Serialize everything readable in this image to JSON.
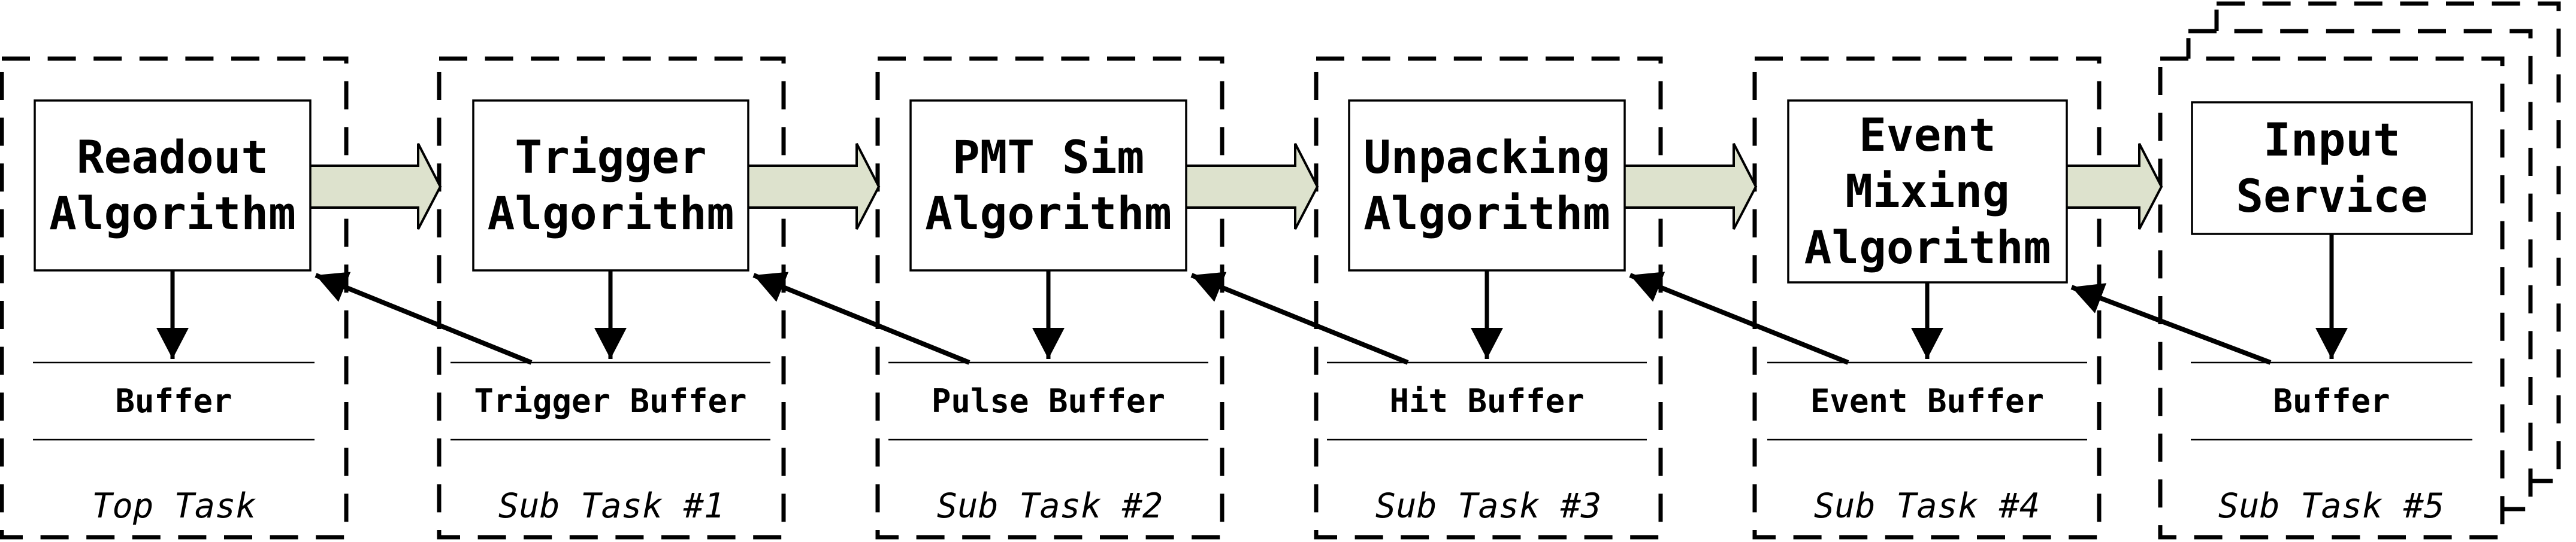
{
  "diagram": {
    "tasks": [
      {
        "algorithm": "Readout\nAlgorithm",
        "buffer": "Buffer",
        "task_label": "Top Task"
      },
      {
        "algorithm": "Trigger\nAlgorithm",
        "buffer": "Trigger Buffer",
        "task_label": "Sub Task #1"
      },
      {
        "algorithm": "PMT Sim\nAlgorithm",
        "buffer": "Pulse Buffer",
        "task_label": "Sub Task #2"
      },
      {
        "algorithm": "Unpacking\nAlgorithm",
        "buffer": "Hit Buffer",
        "task_label": "Sub Task #3"
      },
      {
        "algorithm": "Event\nMixing\nAlgorithm",
        "buffer": "Event Buffer",
        "task_label": "Sub Task #4"
      },
      {
        "algorithm": "Input\nService",
        "buffer": "Buffer",
        "task_label": "Sub Task #5"
      }
    ],
    "icons": {
      "flow_arrow": "block-arrow-right-icon",
      "write_arrow": "arrow-down-icon",
      "read_arrow": "arrow-up-left-icon"
    },
    "colors": {
      "flow_arrow_fill": "#dde2cd",
      "line": "#000000",
      "background": "#ffffff"
    }
  }
}
